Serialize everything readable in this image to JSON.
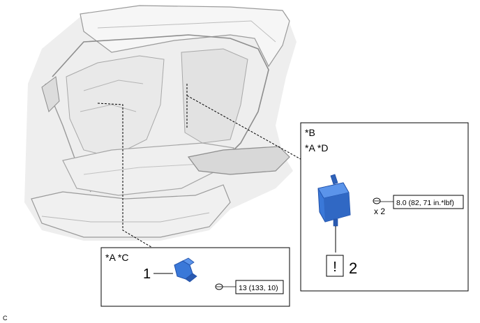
{
  "callout_right": {
    "header_line1": "*B",
    "header_line2": "*A *D",
    "torque": "8.0 (82, 71 in.*lbf)",
    "quantity": "x 2",
    "caution_mark": "!",
    "part_number": "2"
  },
  "callout_bottom": {
    "header": "*A *C",
    "part_number": "1",
    "torque": "13 (133, 10)"
  },
  "corner_letter": "C",
  "colors": {
    "part_blue": "#3a78d8",
    "part_blue_dark": "#1f4fa8",
    "line": "#000000",
    "vehicle_shading": "#e6e6e6"
  }
}
